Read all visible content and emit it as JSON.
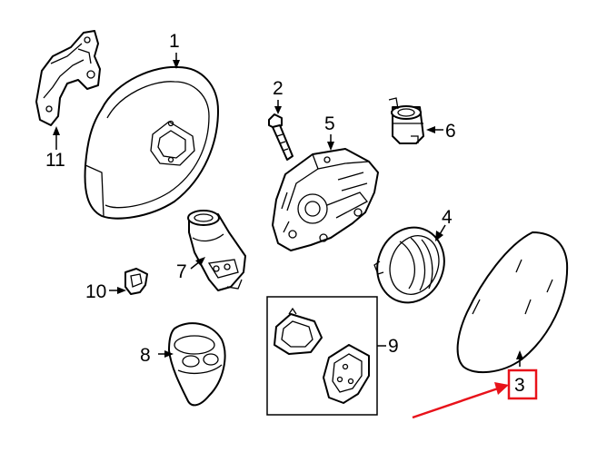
{
  "callouts": {
    "c1": "1",
    "c2": "2",
    "c3": "3",
    "c4": "4",
    "c5": "5",
    "c6": "6",
    "c7": "7",
    "c8": "8",
    "c9": "9",
    "c10": "10",
    "c11": "11"
  },
  "highlight": {
    "callout": "3",
    "color": "#e8121a"
  }
}
